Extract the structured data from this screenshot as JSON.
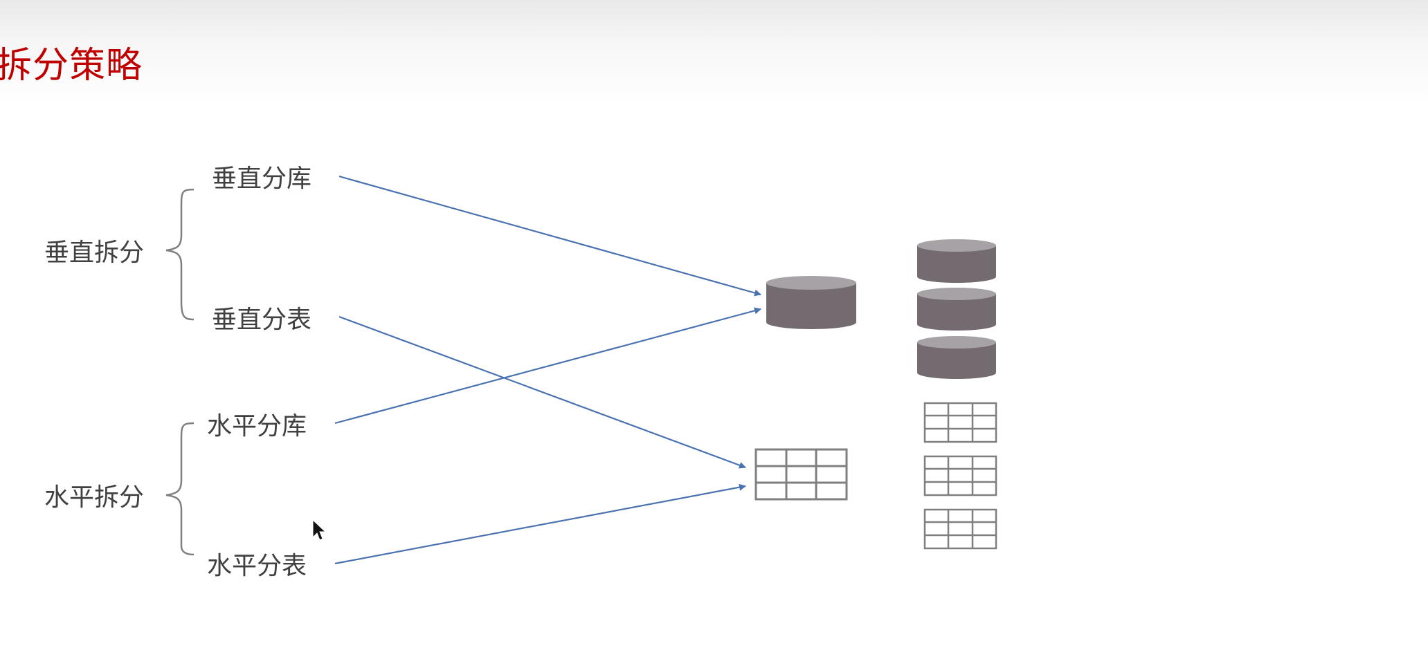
{
  "title": "拆分策略",
  "groups": {
    "vertical": {
      "label": "垂直拆分",
      "items": [
        "垂直分库",
        "垂直分表"
      ]
    },
    "horizontal": {
      "label": "水平拆分",
      "items": [
        "水平分库",
        "水平分表"
      ]
    }
  },
  "colors": {
    "title": "#c00000",
    "text": "#404040",
    "arrow": "#4a72b0",
    "database": "#746b70",
    "database_top": "#a7a2a5",
    "table_grid": "#7f7f7f"
  }
}
